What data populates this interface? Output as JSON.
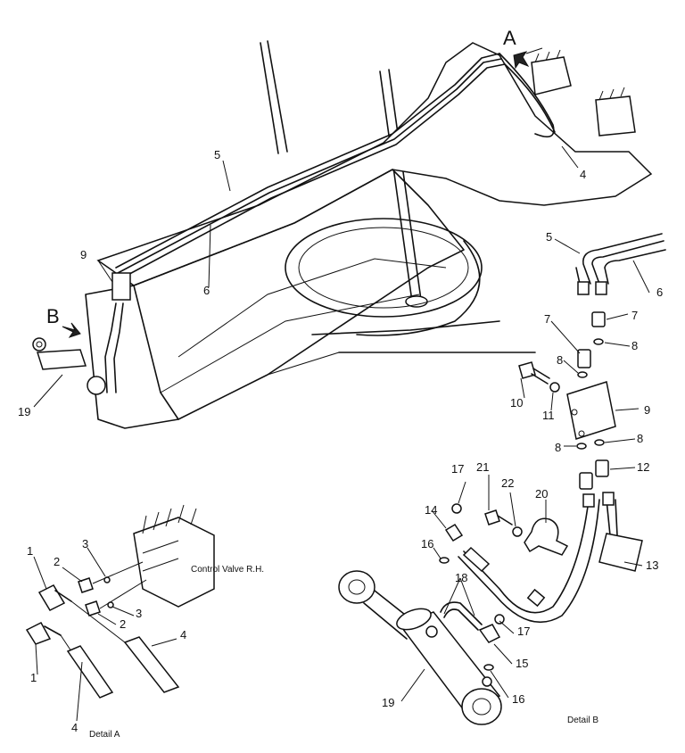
{
  "diagram": {
    "view_letters": [
      "A",
      "B"
    ],
    "labels": {
      "control_valve": "Control Valve R.H.",
      "detail_a": "Detail A",
      "detail_b": "Detail B"
    },
    "callouts": [
      "1",
      "2",
      "3",
      "4",
      "5",
      "6",
      "7",
      "8",
      "9",
      "10",
      "11",
      "12",
      "13",
      "14",
      "15",
      "16",
      "17",
      "18",
      "19",
      "20",
      "21",
      "22"
    ]
  }
}
